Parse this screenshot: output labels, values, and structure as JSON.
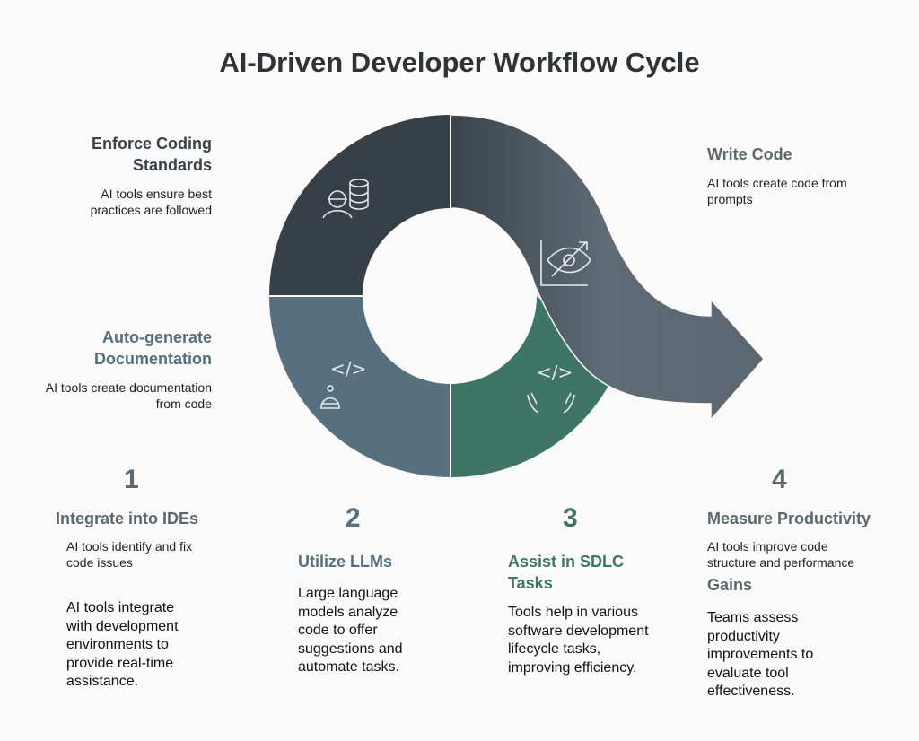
{
  "title": "AI-Driven Developer Workflow Cycle",
  "colors": {
    "dark": "#373f47",
    "blue": "#56707f",
    "green": "#3f7565",
    "gray": "#5c6770"
  },
  "ring_labels": {
    "enforce": {
      "title": "Enforce Coding Standards",
      "desc": "AI tools ensure best practices are followed",
      "icon": "engineer-database-icon"
    },
    "autogen": {
      "title": "Auto-generate Documentation",
      "desc": "AI tools create documentation from code",
      "icon": "robot-code-icon"
    },
    "write": {
      "title": "Write Code",
      "desc": "AI tools create code from prompts",
      "icon": "eye-chart-icon"
    },
    "assist_icon": "hands-code-icon"
  },
  "steps": [
    {
      "num": "1",
      "title": "Integrate into IDEs",
      "short": "AI tools identify and fix code issues",
      "desc": "AI tools integrate with development environments to provide real-time assistance."
    },
    {
      "num": "2",
      "title": "Utilize LLMs",
      "desc": "Large language models analyze code to offer suggestions and automate tasks."
    },
    {
      "num": "3",
      "title": "Assist in SDLC Tasks",
      "desc": "Tools help in various software development lifecycle tasks, improving efficiency."
    },
    {
      "num": "4",
      "title": "Measure Productivity",
      "short": "AI tools improve code structure and performance",
      "title2": "Gains",
      "desc": "Teams assess productivity improvements to evaluate tool effectiveness."
    }
  ]
}
